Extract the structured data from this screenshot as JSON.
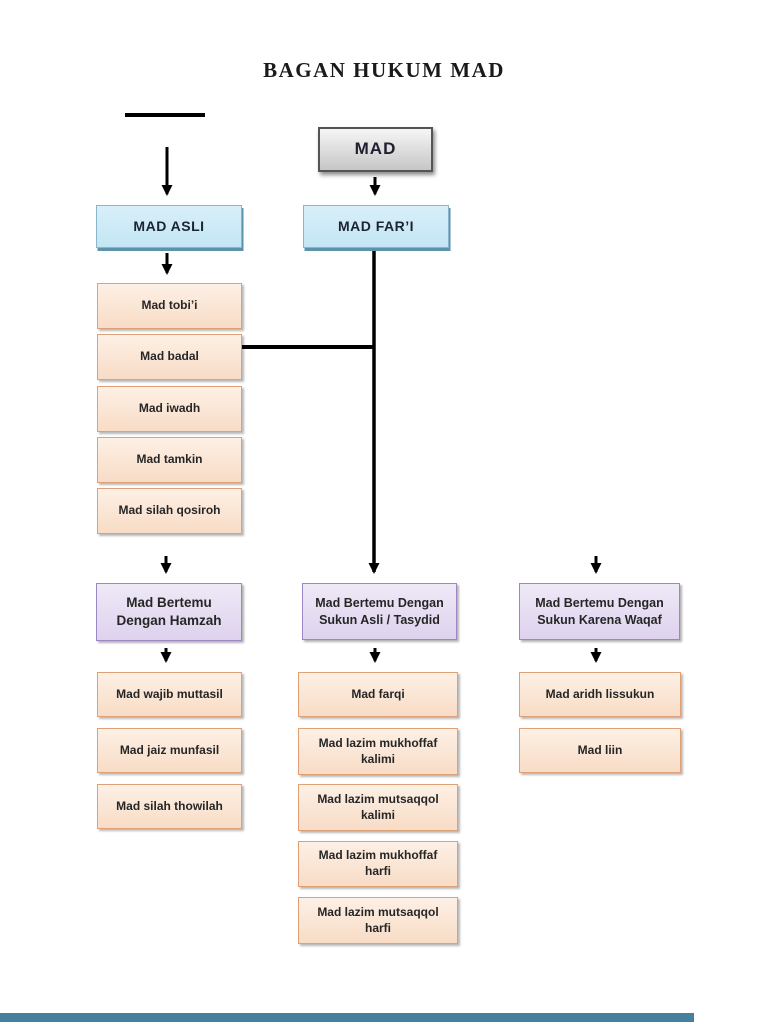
{
  "title": "BAGAN HUKUM MAD",
  "diagram": {
    "root": {
      "label": "MAD"
    },
    "level1": [
      {
        "label": "MAD ASLI"
      },
      {
        "label": "MAD FAR’I"
      }
    ],
    "asli_types": [
      "Mad tobi’i",
      "Mad badal",
      "Mad iwadh",
      "Mad tamkin",
      "Mad silah qosiroh"
    ],
    "groups": [
      {
        "label": "Mad Bertemu Dengan Hamzah",
        "children": [
          "Mad wajib muttasil",
          "Mad jaiz munfasil",
          "Mad silah thowilah"
        ]
      },
      {
        "label": "Mad Bertemu Dengan Sukun Asli / Tasydid",
        "children": [
          "Mad farqi",
          "Mad lazim mukhoffaf kalimi",
          "Mad lazim mutsaqqol kalimi",
          "Mad lazim mukhoffaf harfi",
          "Mad lazim mutsaqqol harfi"
        ]
      },
      {
        "label": "Mad Bertemu Dengan Sukun Karena Waqaf",
        "children": [
          "Mad aridh lissukun",
          "Mad liin"
        ]
      }
    ]
  },
  "colors": {
    "root_fill": "#d9d9d9",
    "root_border": "#545454",
    "level1_fill": "#cde9f6",
    "level1_border": "#8ab6ca",
    "type_fill": "#fbe5d6",
    "type_border": "#e0a075",
    "group_fill": "#e6ddf2",
    "group_border": "#9b87c5",
    "connector_line": "#000000",
    "footer_bar": "#47809c"
  }
}
